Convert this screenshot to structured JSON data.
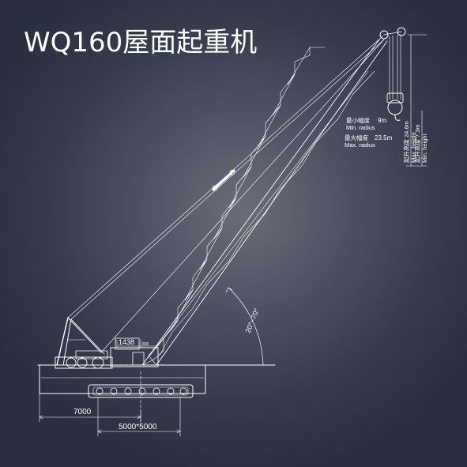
{
  "title": "WQ160屋面起重机",
  "annotations": {
    "min_radius_cn": "最小幅度",
    "min_radius_value": "9m",
    "min_radius_en": "Min. radius",
    "max_radius_cn": "最大幅度",
    "max_radius_value": "23.5m",
    "max_radius_en": "Max. radius",
    "max_height_cn": "起升高度",
    "max_height_value": "24.6m",
    "max_height_en": "Max. height",
    "min_height_cn": "起升高度",
    "min_height_value": "7.3m",
    "min_height_en": "Min. height",
    "angle": "20°~70°"
  },
  "dimensions": {
    "d1438": "1438",
    "d800": "800",
    "d7000": "7000",
    "d5000": "5000*5000"
  },
  "colors": {
    "line": "#ffffff",
    "background_center": "#6b6e78",
    "background_edge": "#2a2e3e"
  }
}
